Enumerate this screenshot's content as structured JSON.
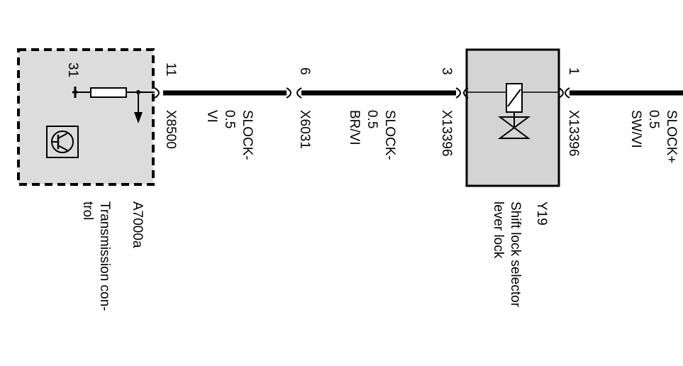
{
  "modules": {
    "tcu": {
      "id": "A7000a",
      "desc1": "Transmission con-",
      "desc2": "trol",
      "ground_pin": "31",
      "fill": "#dcdcdc"
    },
    "solenoid": {
      "id": "Y19",
      "desc1": "Shift lock selector",
      "desc2": "lever lock",
      "fill": "#d4d4d4"
    }
  },
  "wires": [
    {
      "pin": "11",
      "connector": "X8500"
    },
    {
      "pin": "6",
      "signal": "SLOCK-",
      "gauge": "0.5",
      "color": "VI",
      "connector": "X6031"
    },
    {
      "pin": "3",
      "signal": "SLOCK-",
      "gauge": "0.5",
      "color": "BR/VI",
      "connector": "X13396"
    },
    {
      "pin": "1",
      "connector": "X13396"
    },
    {
      "signal": "SLOCK+",
      "gauge": "0.5",
      "color": "SW/VI"
    }
  ],
  "icons": {
    "transistor": "transistor-icon",
    "solenoid": "solenoid-valve-icon",
    "ground": "ground-icon"
  }
}
